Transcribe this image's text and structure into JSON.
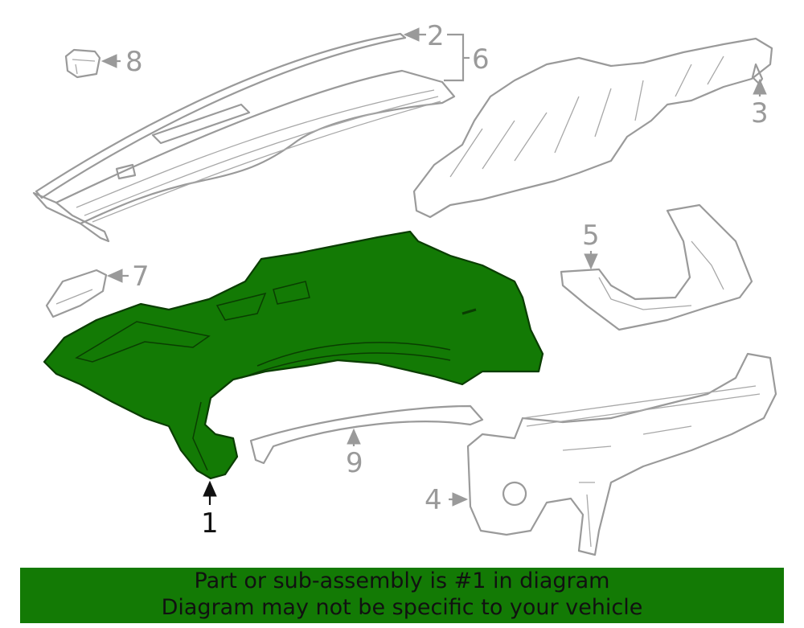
{
  "callouts": {
    "c1": "1",
    "c2": "2",
    "c3": "3",
    "c4": "4",
    "c5": "5",
    "c6": "6",
    "c7": "7",
    "c8": "8",
    "c9": "9"
  },
  "highlighted_part": "1",
  "colors": {
    "highlight": "#137a05",
    "outline": "#9a9a9a",
    "banner_bg": "#137a05"
  },
  "banner": {
    "line1": "Part or sub-assembly is #1 in diagram",
    "line2": "Diagram may not be specific to your vehicle"
  }
}
